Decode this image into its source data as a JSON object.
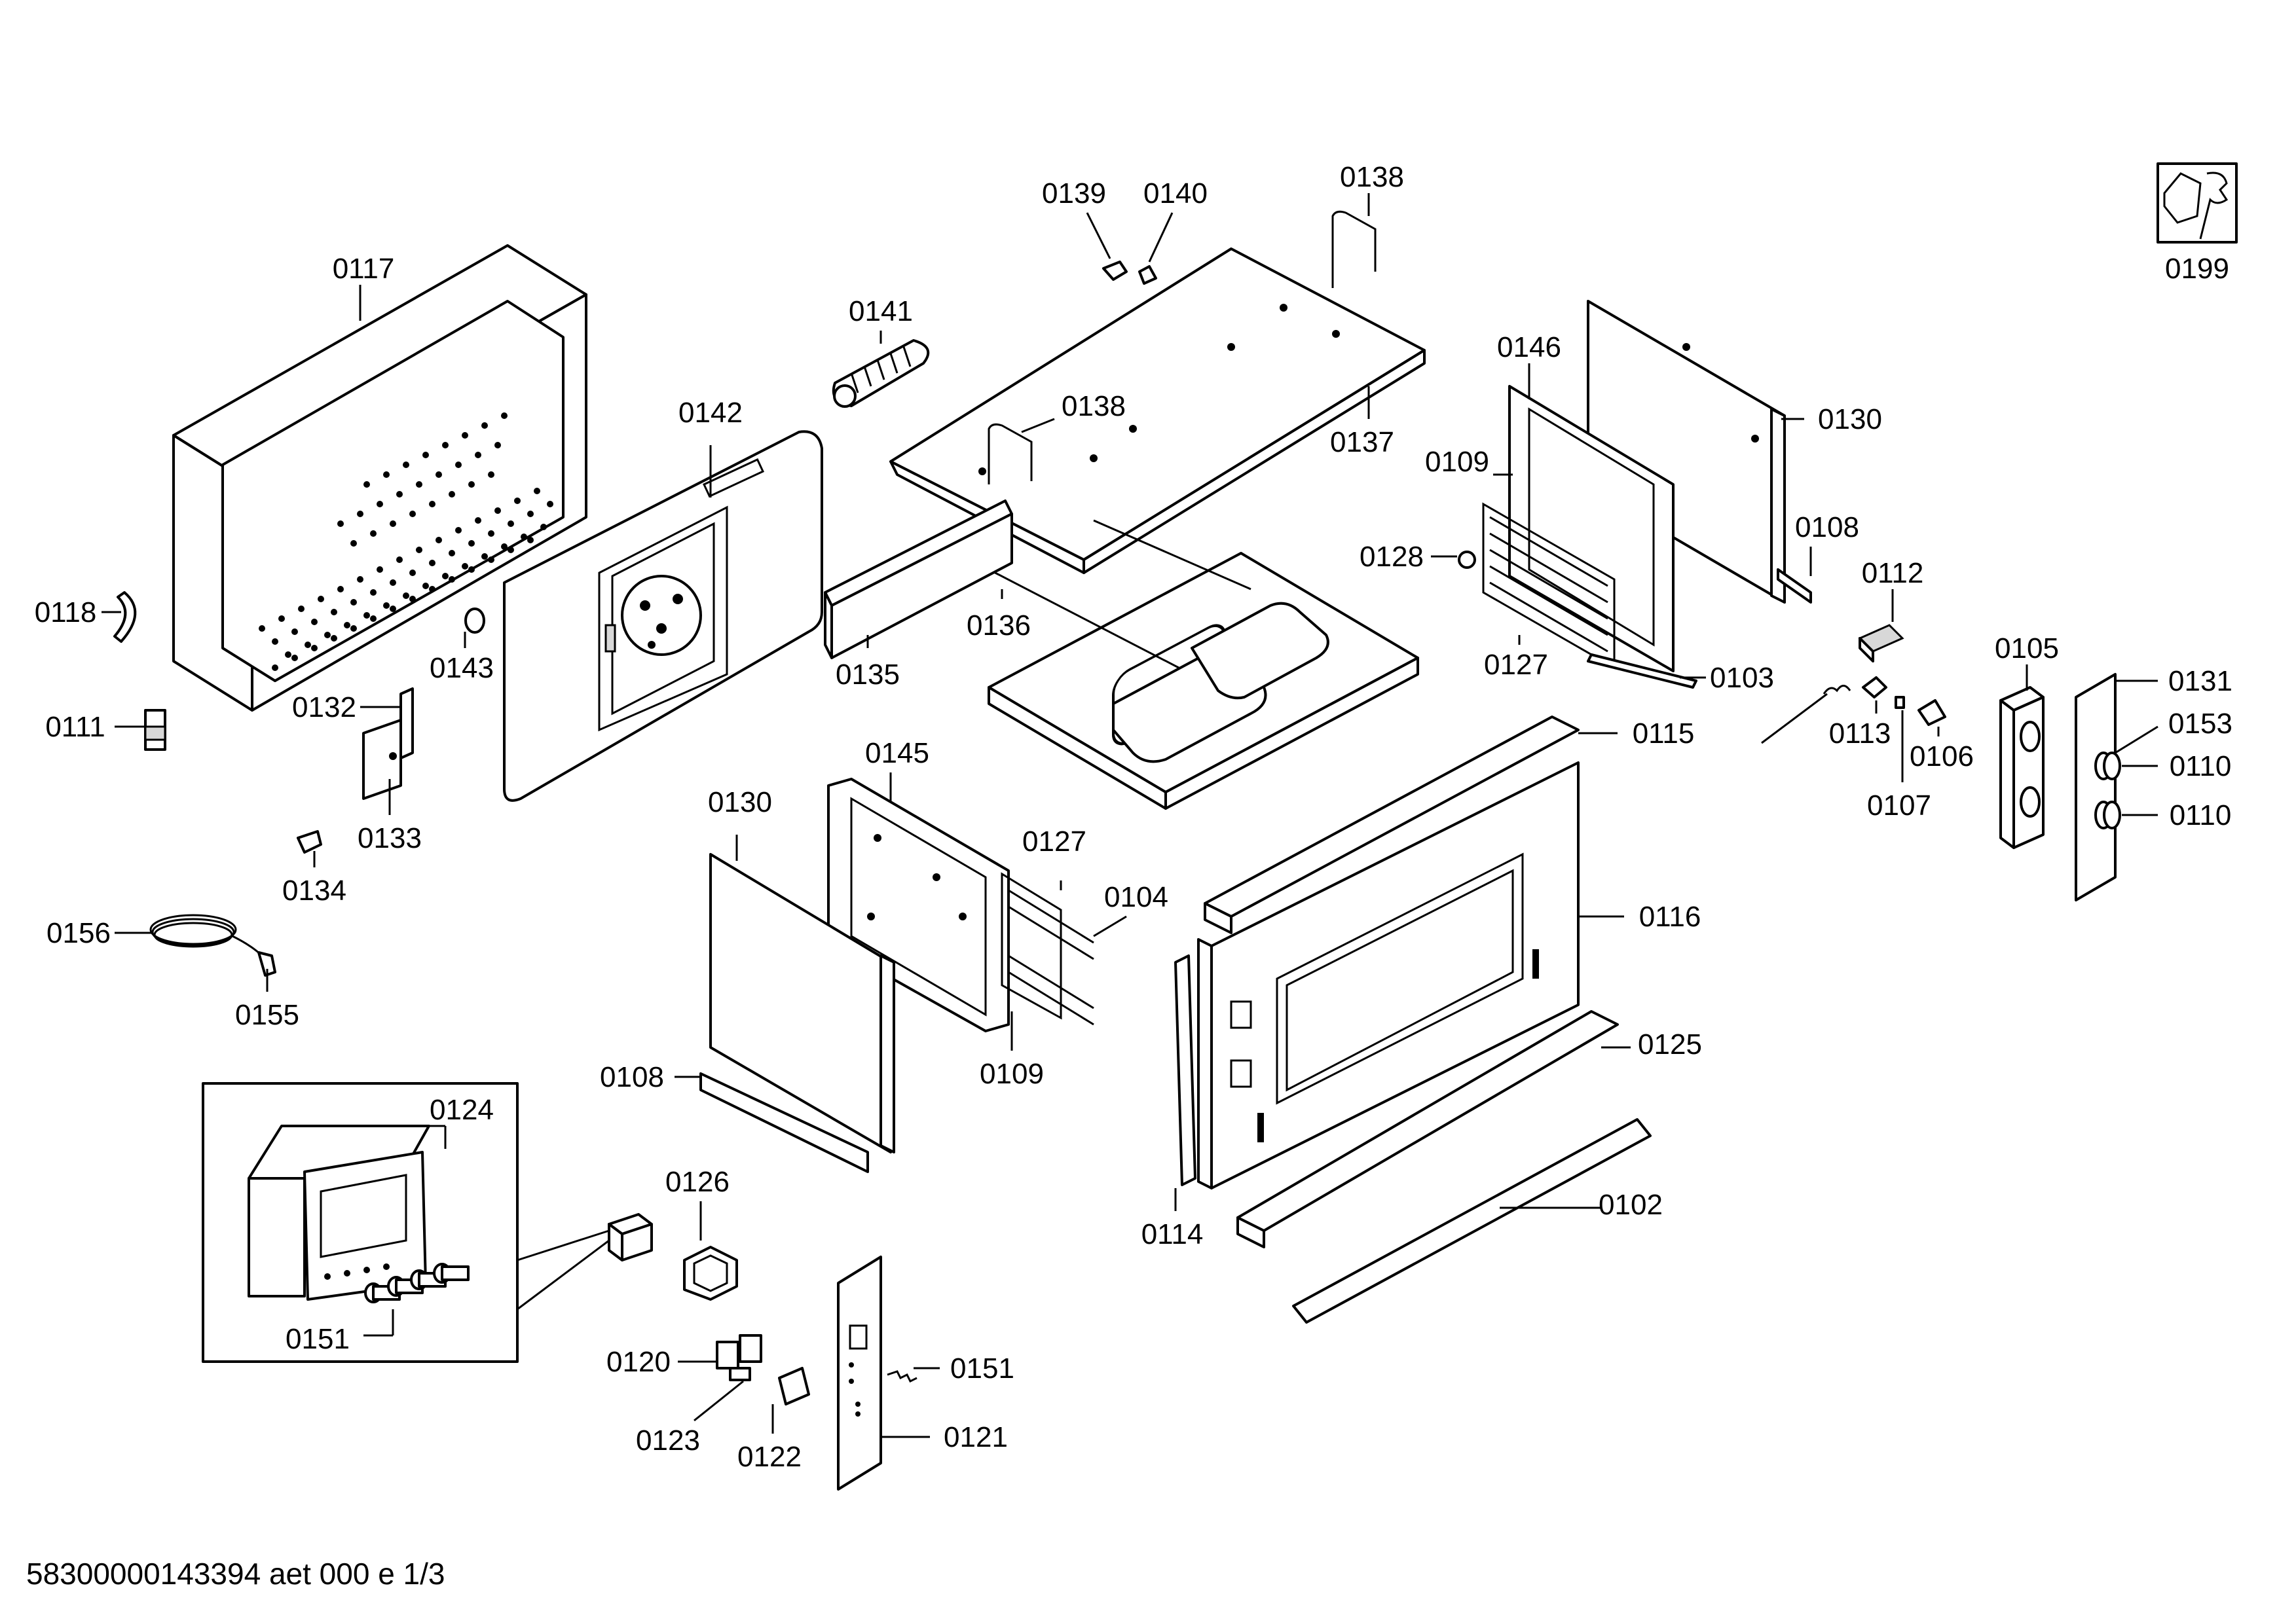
{
  "document_id": "58300000143394 aet 000 e 1/3",
  "service_icon": "wrench-nut-icon",
  "service_label": "0199",
  "labels": {
    "p0117": "0117",
    "p0118": "0118",
    "p0111": "0111",
    "p0142": "0142",
    "p0143": "0143",
    "p0132": "0132",
    "p0133": "0133",
    "p0134": "0134",
    "p0156": "0156",
    "p0155": "0155",
    "p0141": "0141",
    "p0139": "0139",
    "p0140": "0140",
    "p0138a": "0138",
    "p0138b": "0138",
    "p0137": "0137",
    "p0136": "0136",
    "p0135": "0135",
    "p0146": "0146",
    "p0130a": "0130",
    "p0109a": "0109",
    "p0128": "0128",
    "p0108a": "0108",
    "p0112": "0112",
    "p0127a": "0127",
    "p0103": "0103",
    "p0105": "0105",
    "p0131": "0131",
    "p0153": "0153",
    "p0110a": "0110",
    "p0110b": "0110",
    "p0113": "0113",
    "p0106": "0106",
    "p0107": "0107",
    "p0115": "0115",
    "p0116": "0116",
    "p0125": "0125",
    "p0102": "0102",
    "p0114": "0114",
    "p0145": "0145",
    "p0130b": "0130",
    "p0127b": "0127",
    "p0104": "0104",
    "p0109b": "0109",
    "p0108b": "0108",
    "p0124": "0124",
    "p0151a": "0151",
    "p0126": "0126",
    "p0120": "0120",
    "p0123": "0123",
    "p0122": "0122",
    "p0151b": "0151",
    "p0121": "0121"
  }
}
